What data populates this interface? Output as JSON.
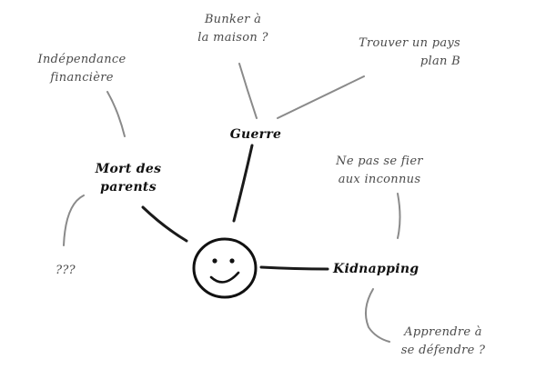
{
  "center": {
    "icon": "smiley-face-icon"
  },
  "nodes": {
    "guerre": {
      "label": "Guerre"
    },
    "bunker": {
      "line1": "Bunker à",
      "line2": "la maison ?"
    },
    "trouver": {
      "line1": "Trouver un pays",
      "line2": "plan B"
    },
    "mort": {
      "line1": "Mort des",
      "line2": "parents"
    },
    "independance": {
      "line1": "Indépendance",
      "line2": "financière"
    },
    "unknown": {
      "label": "???"
    },
    "kidnapping": {
      "label": "Kidnapping"
    },
    "nepas": {
      "line1": "Ne pas se fier",
      "line2": "aux inconnus"
    },
    "apprendre": {
      "line1": "Apprendre à",
      "line2": "se défendre ?"
    }
  },
  "colors": {
    "main_branch": "#1a1a1a",
    "sub_branch": "#8a8a8a",
    "main_text": "#111111",
    "sub_text": "#4a4a4a"
  }
}
